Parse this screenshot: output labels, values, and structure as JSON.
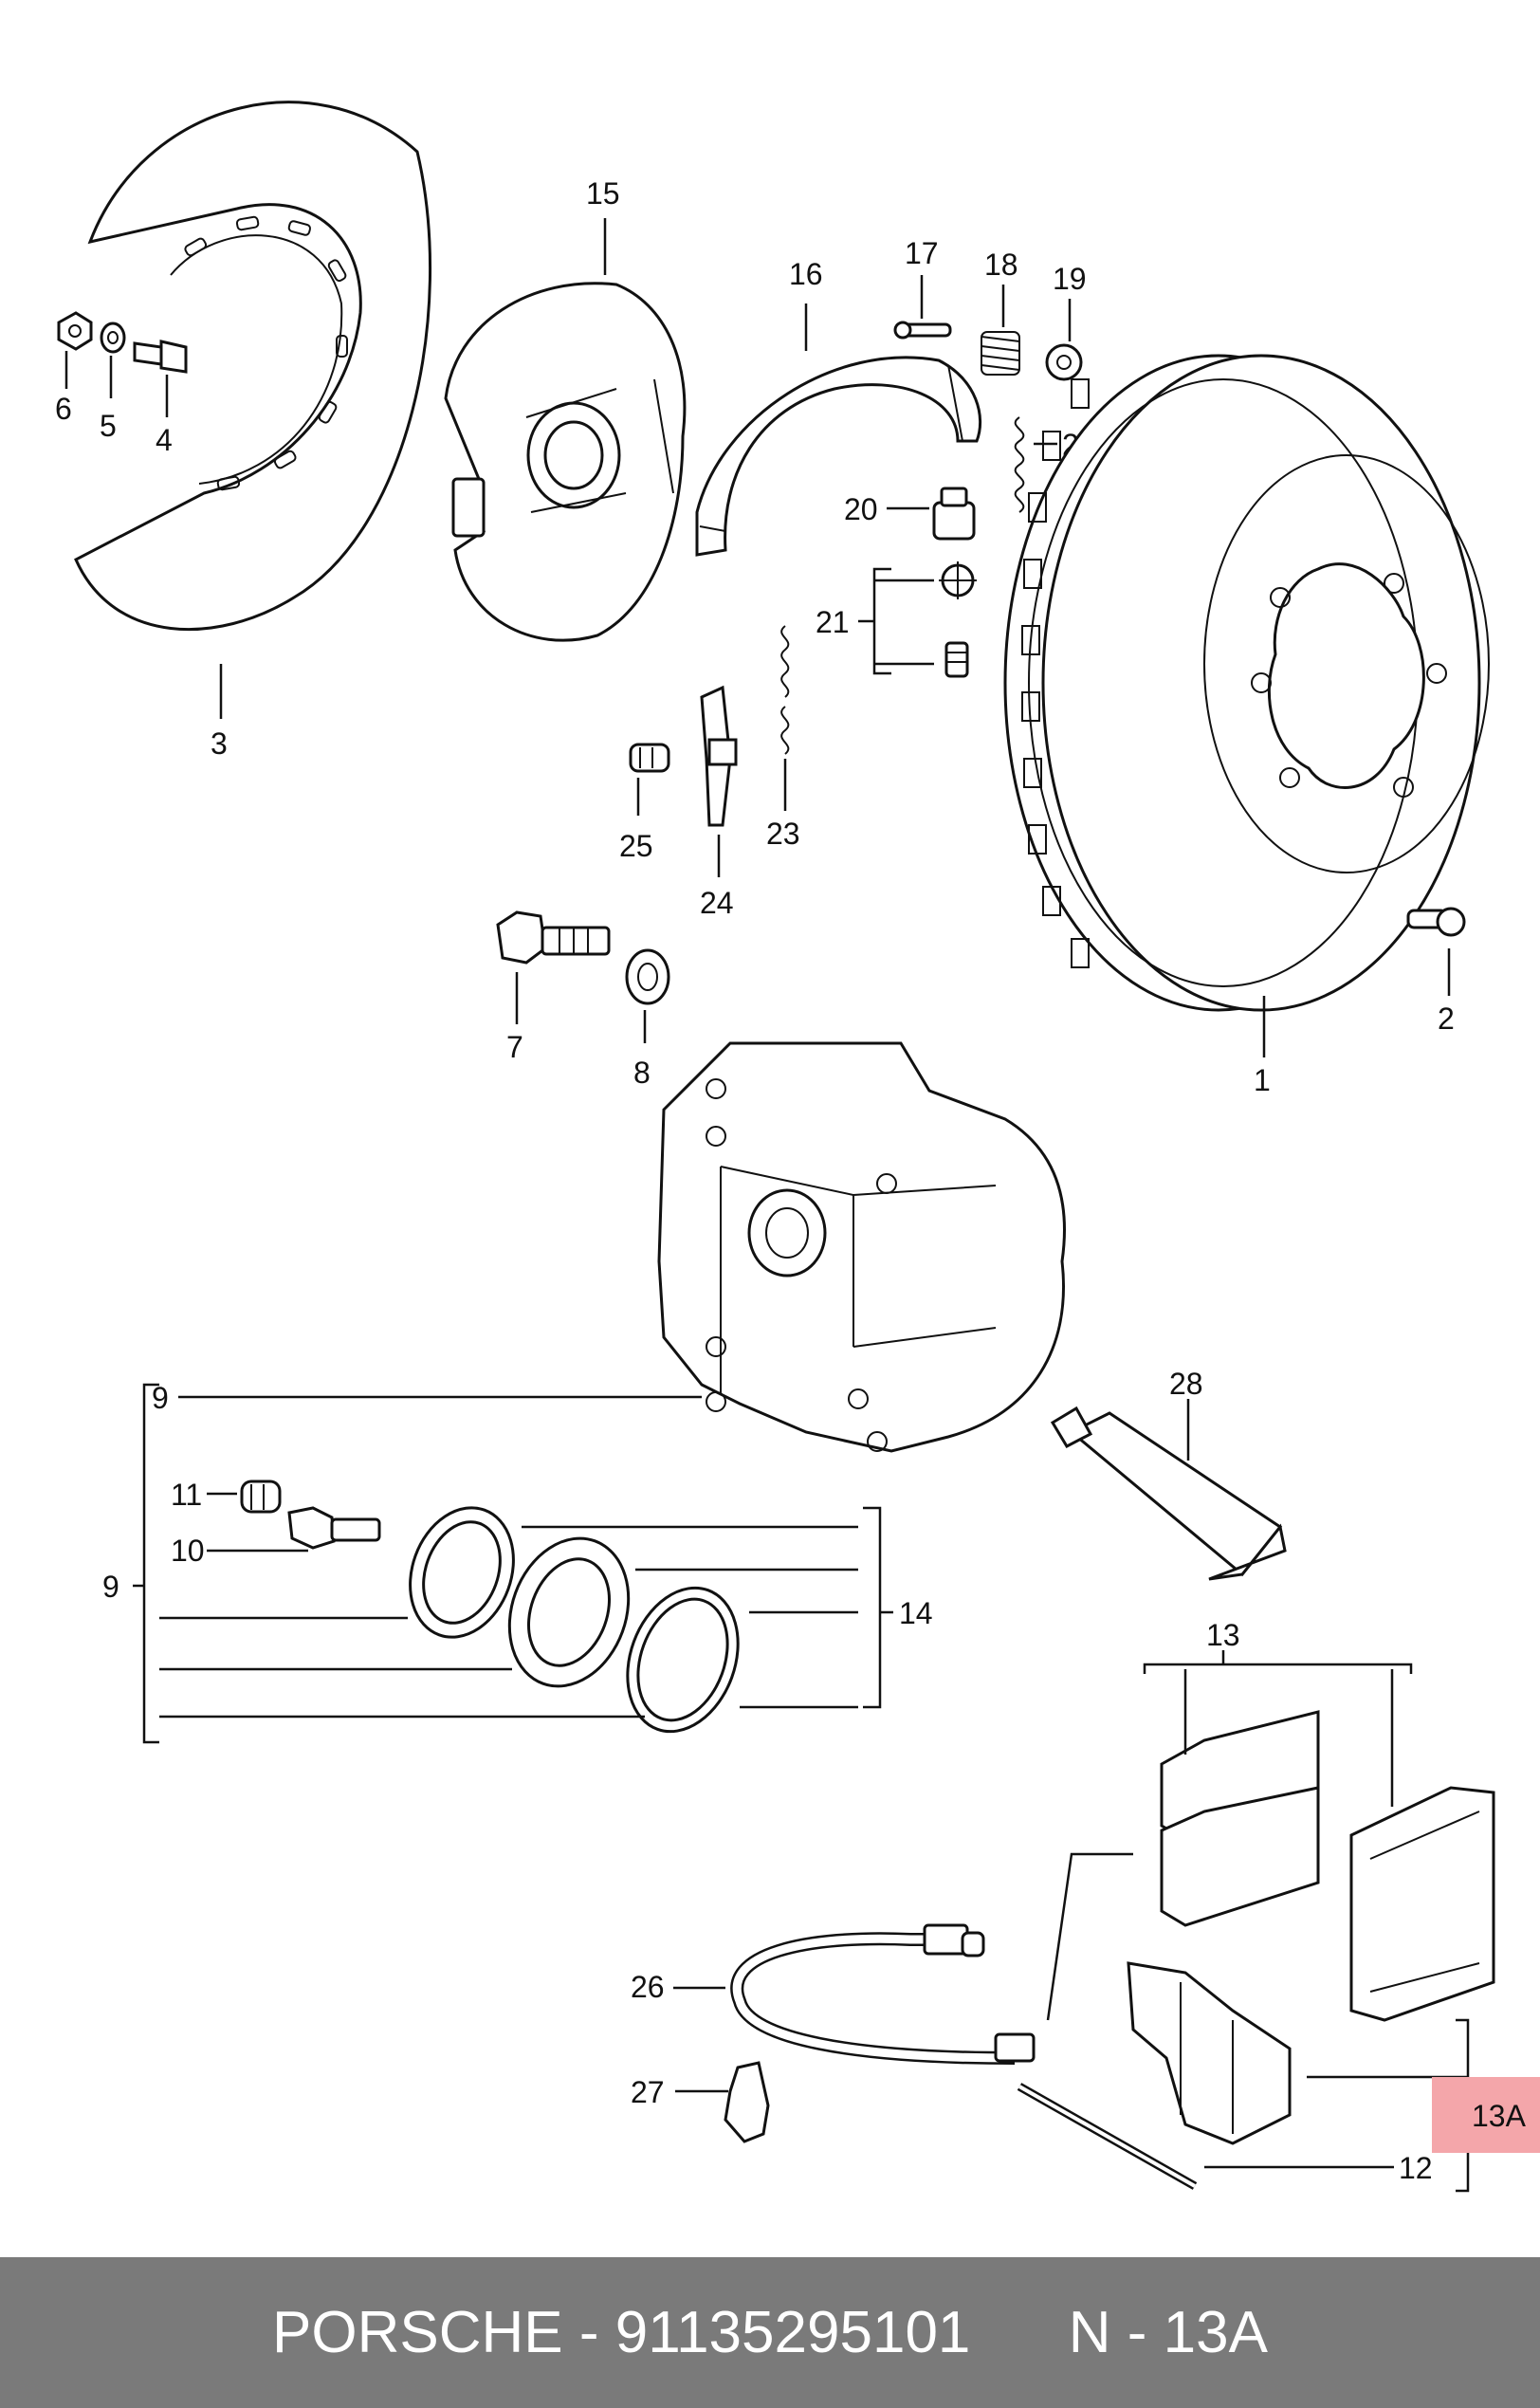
{
  "diagram": {
    "callouts": {
      "c1": "1",
      "c2": "2",
      "c3": "3",
      "c4": "4",
      "c5": "5",
      "c6": "6",
      "c7": "7",
      "c8": "8",
      "c9a": "9",
      "c9b": "9",
      "c10": "10",
      "c11": "11",
      "c12": "12",
      "c13": "13",
      "c13a": "13A",
      "c14": "14",
      "c15": "15",
      "c16": "16",
      "c17": "17",
      "c18": "18",
      "c19": "19",
      "c20": "20",
      "c21": "21",
      "c22": "22",
      "c23": "23",
      "c24": "24",
      "c25": "25",
      "c26": "26",
      "c27": "27",
      "c28": "28"
    },
    "highlight_color": "#f4a6aa"
  },
  "footer": {
    "brand": "PORSCHE",
    "part_number": "91135295101",
    "reference": "N - 13A",
    "separator": " - ",
    "background": "#7a7a7a"
  }
}
